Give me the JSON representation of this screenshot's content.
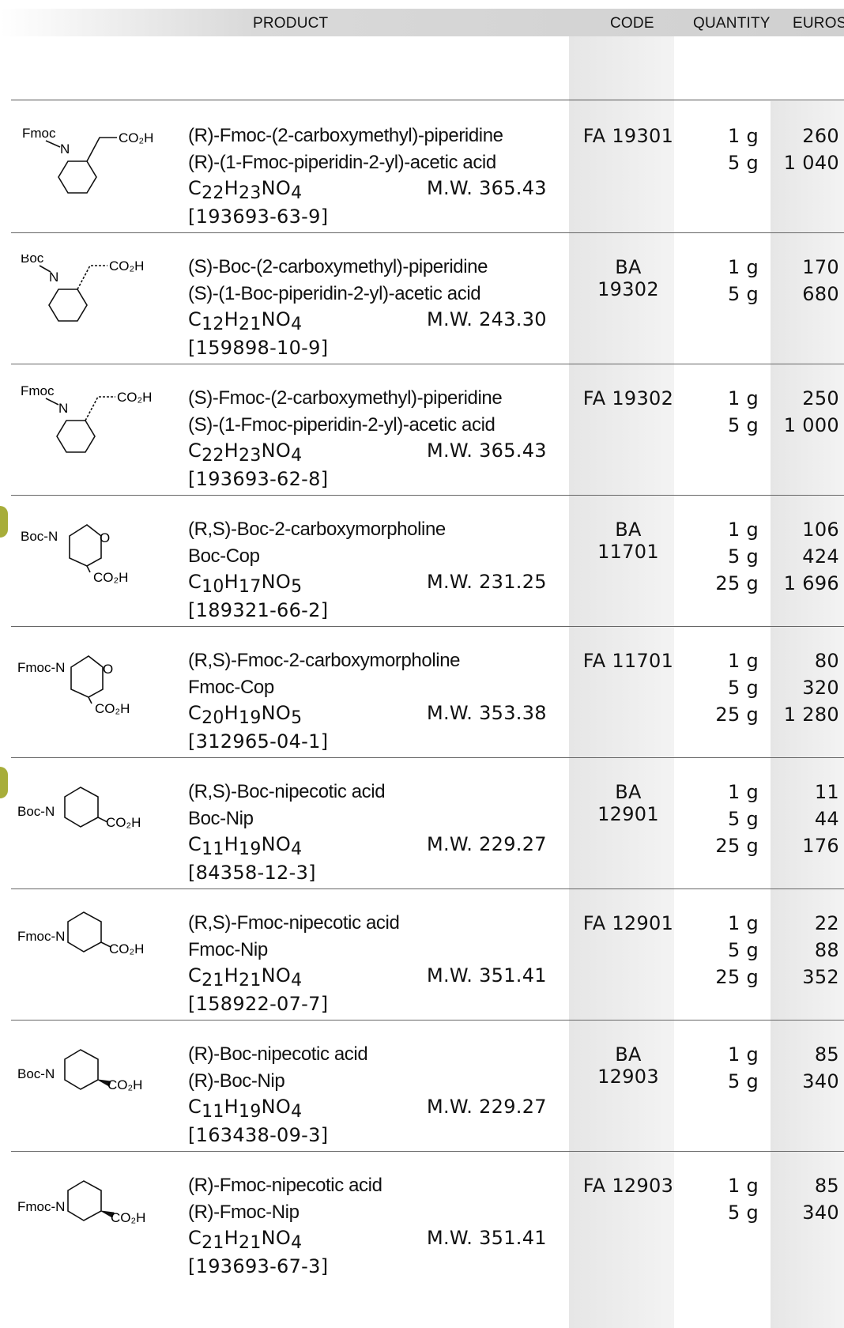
{
  "header": {
    "product": "PRODUCT",
    "code": "CODE",
    "quantity": "QUANTITY",
    "euros": "EUROS"
  },
  "products": [
    {
      "name1": "(R)-Fmoc-(2-carboxymethyl)-piperidine",
      "name2": "(R)-(1-Fmoc-piperidin-2-yl)-acetic acid",
      "formula": [
        "C",
        "22",
        "H",
        "23",
        "NO",
        "4"
      ],
      "mw": "M.W. 365.43",
      "cas": "[193693-63-9]",
      "code": "FA 19301",
      "quantities": [
        "1 g",
        "5 g"
      ],
      "prices": [
        "260",
        "1 040"
      ],
      "structure": {
        "n_label": "N",
        "sub_label": "Fmoc",
        "acid_label": "CO₂H"
      }
    },
    {
      "name1": "(S)-Boc-(2-carboxymethyl)-piperidine",
      "name2": "(S)-(1-Boc-piperidin-2-yl)-acetic acid",
      "formula": [
        "C",
        "12",
        "H",
        "21",
        "NO",
        "4"
      ],
      "mw": "M.W. 243.30",
      "cas": "[159898-10-9]",
      "code": "BA 19302",
      "quantities": [
        "1 g",
        "5 g"
      ],
      "prices": [
        "170",
        "680"
      ],
      "structure": {
        "n_label": "N",
        "sub_label": "Boc",
        "acid_label": "CO₂H"
      }
    },
    {
      "name1": "(S)-Fmoc-(2-carboxymethyl)-piperidine",
      "name2": "(S)-(1-Fmoc-piperidin-2-yl)-acetic acid",
      "formula": [
        "C",
        "22",
        "H",
        "23",
        "NO",
        "4"
      ],
      "mw": "M.W. 365.43",
      "cas": "[193693-62-8]",
      "code": "FA 19302",
      "quantities": [
        "1 g",
        "5 g"
      ],
      "prices": [
        "250",
        "1 000"
      ],
      "structure": {
        "n_label": "N",
        "sub_label": "Fmoc",
        "acid_label": "CO₂H"
      }
    },
    {
      "name1": "(R,S)-Boc-2-carboxymorpholine",
      "name2": "Boc-Cop",
      "formula": [
        "C",
        "10",
        "H",
        "17",
        "NO",
        "5"
      ],
      "mw": "M.W. 231.25",
      "cas": "[189321-66-2]",
      "code": "BA 11701",
      "quantities": [
        "1 g",
        "5 g",
        "25 g"
      ],
      "prices": [
        "106",
        "424",
        "1 696"
      ],
      "structure": {
        "n_label": "Boc-N",
        "o_label": "O",
        "acid_label": "CO₂H"
      }
    },
    {
      "name1": "(R,S)-Fmoc-2-carboxymorpholine",
      "name2": "Fmoc-Cop",
      "formula": [
        "C",
        "20",
        "H",
        "19",
        "NO",
        "5"
      ],
      "mw": "M.W. 353.38",
      "cas": "[312965-04-1]",
      "code": "FA 11701",
      "quantities": [
        "1 g",
        "5 g",
        "25 g"
      ],
      "prices": [
        "80",
        "320",
        "1 280"
      ],
      "structure": {
        "n_label": "Fmoc-N",
        "o_label": "O",
        "acid_label": "CO₂H"
      }
    },
    {
      "name1": "(R,S)-Boc-nipecotic acid",
      "name2": "Boc-Nip",
      "formula": [
        "C",
        "11",
        "H",
        "19",
        "NO",
        "4"
      ],
      "mw": "M.W. 229.27",
      "cas": "[84358-12-3]",
      "code": "BA 12901",
      "quantities": [
        "1 g",
        "5 g",
        "25 g"
      ],
      "prices": [
        "11",
        "44",
        "176"
      ],
      "structure": {
        "n_label": "Boc-N",
        "acid_label": "CO₂H"
      }
    },
    {
      "name1": "(R,S)-Fmoc-nipecotic acid",
      "name2": "Fmoc-Nip",
      "formula": [
        "C",
        "21",
        "H",
        "21",
        "NO",
        "4"
      ],
      "mw": "M.W. 351.41",
      "cas": "[158922-07-7]",
      "code": "FA 12901",
      "quantities": [
        "1 g",
        "5 g",
        "25 g"
      ],
      "prices": [
        "22",
        "88",
        "352"
      ],
      "structure": {
        "n_label": "Fmoc-N",
        "acid_label": "CO₂H"
      }
    },
    {
      "name1": "(R)-Boc-nipecotic acid",
      "name2": "(R)-Boc-Nip",
      "formula": [
        "C",
        "11",
        "H",
        "19",
        "NO",
        "4"
      ],
      "mw": "M.W. 229.27",
      "cas": "[163438-09-3]",
      "code": "BA 12903",
      "quantities": [
        "1 g",
        "5 g"
      ],
      "prices": [
        "85",
        "340"
      ],
      "structure": {
        "n_label": "Boc-N",
        "acid_label": "CO₂H"
      }
    },
    {
      "name1": "(R)-Fmoc-nipecotic acid",
      "name2": "(R)-Fmoc-Nip",
      "formula": [
        "C",
        "21",
        "H",
        "21",
        "NO",
        "4"
      ],
      "mw": "M.W. 351.41",
      "cas": "[193693-67-3]",
      "code": "FA 12903",
      "quantities": [
        "1 g",
        "5 g"
      ],
      "prices": [
        "85",
        "340"
      ],
      "structure": {
        "n_label": "Fmoc-N",
        "acid_label": "CO₂H"
      }
    }
  ],
  "colors": {
    "header_bg": "#d0d0d0",
    "column_shade": "#e8e8e8",
    "side_tab": "#a7ad3a"
  }
}
